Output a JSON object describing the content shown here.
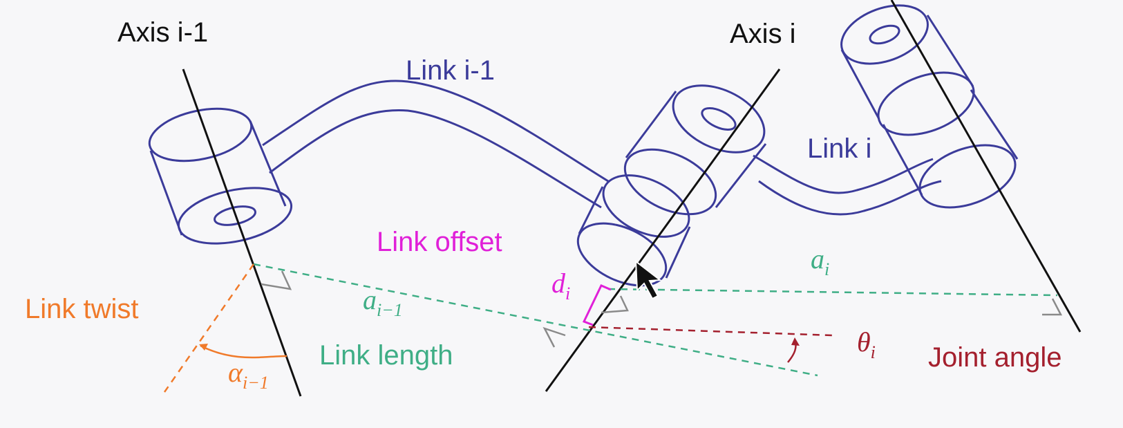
{
  "labels": {
    "axis_prev": "Axis i-1",
    "axis_cur": "Axis i",
    "link_prev": "Link i-1",
    "link_cur": "Link i",
    "link_offset": "Link offset",
    "link_twist": "Link twist",
    "link_length": "Link length",
    "joint_angle": "Joint angle"
  },
  "symbols": {
    "a_i": {
      "base": "a",
      "sub": "i"
    },
    "a_prev": {
      "base": "a",
      "sub": "i−1"
    },
    "d_i": {
      "base": "d",
      "sub": "i"
    },
    "theta_i": {
      "base": "θ",
      "sub": "i"
    },
    "alpha_prev": {
      "base": "α",
      "sub": "i−1"
    }
  },
  "colors": {
    "background": "#f7f7f9",
    "axis": "#111111",
    "link": "#3b3b9a",
    "link_offset": "#e020d8",
    "link_twist": "#f07a2a",
    "link_length": "#3fae86",
    "joint_angle": "#a4202e",
    "right_angle": "#8a8a8a"
  }
}
